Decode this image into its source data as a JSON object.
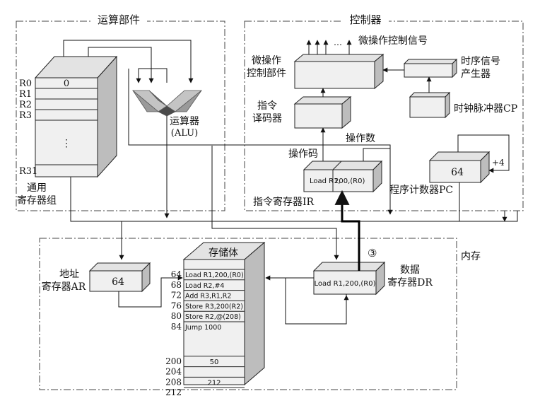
{
  "sections": {
    "alu_unit": "运算部件",
    "controller": "控制器",
    "memory": "内存"
  },
  "registers": {
    "labels": [
      "R0",
      "R1",
      "R2",
      "R3",
      "R31"
    ],
    "r0_value": "0",
    "ellipsis": "⋮",
    "group_label_line1": "通用",
    "group_label_line2": "寄存器组"
  },
  "alu": {
    "label_line1": "运算器",
    "label_line2": "(ALU)"
  },
  "control": {
    "signals_label": "微操作控制信号",
    "signals_ellipsis": "…",
    "micro_op_line1": "微操作",
    "micro_op_line2": "控制部件",
    "timing_line1": "时序信号",
    "timing_line2": "产生器",
    "clock_label": "时钟脉冲器CP",
    "decoder_line1": "指令",
    "decoder_line2": "译码器",
    "operand_label": "操作数",
    "opcode_label": "操作码",
    "ir_content_op": "Load R1,",
    "ir_content_addr": "200,(R0)",
    "ir_label": "指令寄存器IR",
    "pc_value": "64",
    "pc_increment": "+4",
    "pc_label": "程序计数器PC"
  },
  "memory": {
    "ar_value": "64",
    "ar_label_line1": "地址",
    "ar_label_line2": "寄存器AR",
    "storage_title": "存储体",
    "addresses": [
      "64",
      "68",
      "72",
      "76",
      "80",
      "84",
      "200",
      "204",
      "208",
      "212"
    ],
    "contents": [
      "Load R1,200,(R0)",
      "Load R2,#4",
      "Add R3,R1,R2",
      "Store R3,200(R2)",
      "Store R2,@(208)",
      "Jump 1000",
      "50",
      "",
      "212",
      ""
    ],
    "dr_value": "Load R1,200,(R0)",
    "dr_label_line1": "数据",
    "dr_label_line2": "寄存器DR",
    "step_marker": "③"
  }
}
